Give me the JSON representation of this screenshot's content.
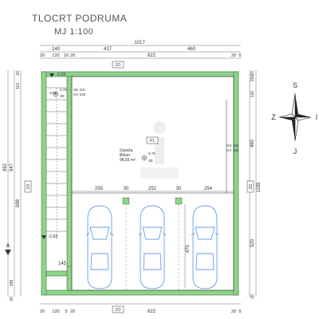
{
  "title": "TLOCRT  PODRUMA",
  "scale": "MJ 1:100",
  "colors": {
    "wall_green": "#8fd38a",
    "wall_outline": "#3d7a3a",
    "line": "#333333",
    "car_outline": "#6a9ee0",
    "watermark": "#d0d0d0"
  },
  "dimensions": {
    "top_overall": "1017",
    "top_row2": [
      "140",
      "417",
      "460"
    ],
    "top_row3": [
      "20",
      "120",
      "10",
      "20",
      "822",
      "20",
      "5"
    ],
    "bottom_row": [
      "20",
      "120",
      "5",
      "20",
      "822",
      "20",
      "5"
    ],
    "left_overall": "992",
    "left_mid": [
      "947",
      "988"
    ],
    "left_small": [
      "110",
      "20",
      "198",
      "20"
    ],
    "right_overall": "1155",
    "right_mid": [
      "460",
      "520"
    ],
    "right_small": [
      "200",
      "120",
      "20",
      "20"
    ],
    "bay_widths": [
      "255",
      "30",
      "252",
      "30",
      "254"
    ],
    "bay_depth": "470",
    "stair_width": "145"
  },
  "room": {
    "name": "Garaža",
    "floor": "Beton",
    "area": "98,55 m²",
    "tag": "P1"
  },
  "levels": {
    "corner_level": "-2,65",
    "stair_level": "-2,65",
    "room_level": "-2,65"
  },
  "small_labels": {
    "level_tl_a": "0,75",
    "level_tl_b": "ZE",
    "level_mid_a": "0,75",
    "level_mid_b": "ZE",
    "window_top": "SE 110",
    "window_top2": "GV 230",
    "window_right": "GS 450",
    "window_right2": "GV 230",
    "door_top": "ZO",
    "door_bottom": "ZO",
    "door_left": "ZO",
    "door_right": "ZO",
    "section_marker": "A"
  },
  "compass": {
    "n": "S",
    "s": "J",
    "e": "I",
    "w": "Z"
  }
}
